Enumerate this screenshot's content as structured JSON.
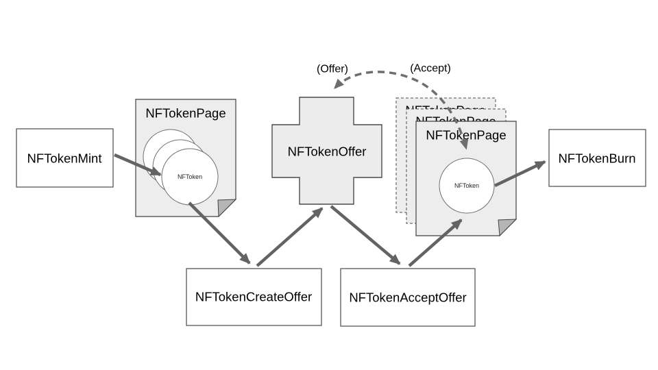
{
  "nodes": {
    "mint": {
      "label": "NFTokenMint"
    },
    "page1": {
      "title": "NFTokenPage",
      "token": "NFToken"
    },
    "offer": {
      "label": "NFTokenOffer"
    },
    "create_offer": {
      "label": "NFTokenCreateOffer"
    },
    "accept_offer": {
      "label": "NFTokenAcceptOffer"
    },
    "page2": {
      "title": "NFTokenPage",
      "title_mid": "NFTokenPage",
      "title_back": "NFTokenPage",
      "token": "NFToken"
    },
    "burn": {
      "label": "NFTokenBurn"
    }
  },
  "annotations": {
    "offer": "(Offer)",
    "accept": "(Accept)"
  },
  "edges": [
    {
      "from": "NFTokenMint",
      "to": "NFTokenPage (first)",
      "style": "solid"
    },
    {
      "from": "NFToken (first page)",
      "to": "NFTokenCreateOffer",
      "style": "solid"
    },
    {
      "from": "NFTokenCreateOffer",
      "to": "NFTokenOffer",
      "style": "solid"
    },
    {
      "from": "NFTokenOffer",
      "to": "NFTokenAcceptOffer",
      "style": "solid"
    },
    {
      "from": "NFTokenAcceptOffer",
      "to": "NFToken (second page)",
      "style": "solid"
    },
    {
      "from": "NFToken (second page)",
      "to": "NFTokenBurn",
      "style": "solid"
    },
    {
      "from": "NFTokenOffer",
      "to": "NFToken (second page)",
      "style": "dashed-curved",
      "labels": [
        "(Offer)",
        "(Accept)"
      ]
    }
  ],
  "colors": {
    "background": "#ffffff",
    "page_fill": "#ededed",
    "node_fill": "#ffffff",
    "outline": "#414141",
    "arrow": "#636363",
    "dashed_arrow": "#6e6e6e",
    "fold": "#b5b5b5",
    "text": "#000000"
  }
}
